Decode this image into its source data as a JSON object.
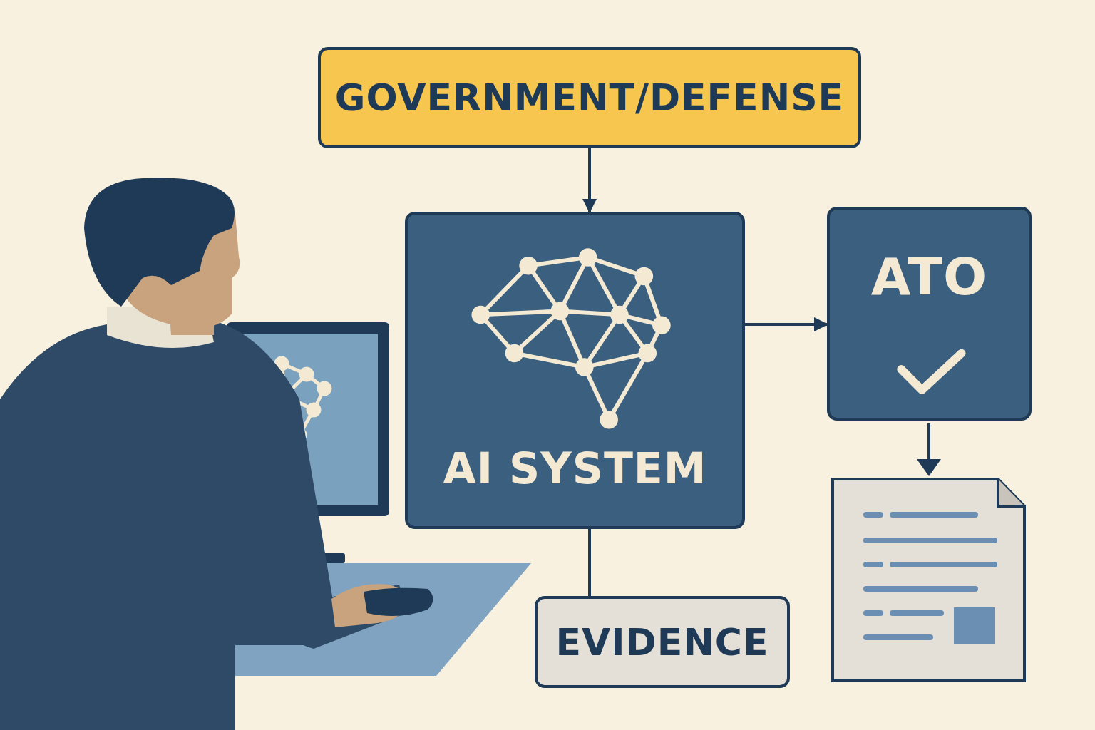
{
  "diagram": {
    "nodes": [
      {
        "text": [
          "GOVERNMENT/DEFENSE"
        ]
      },
      {
        "text": [
          "AI SYSTEM"
        ]
      },
      {
        "text": [
          "ATO"
        ]
      },
      {
        "text": [
          "EVIDENCE"
        ]
      }
    ],
    "edges": [
      {
        "from": 0,
        "to": 1,
        "arrow": "to"
      },
      {
        "from": 1,
        "to": 2,
        "arrow": "to"
      },
      {
        "from": 1,
        "to": 3,
        "arrow": "none"
      }
    ]
  }
}
